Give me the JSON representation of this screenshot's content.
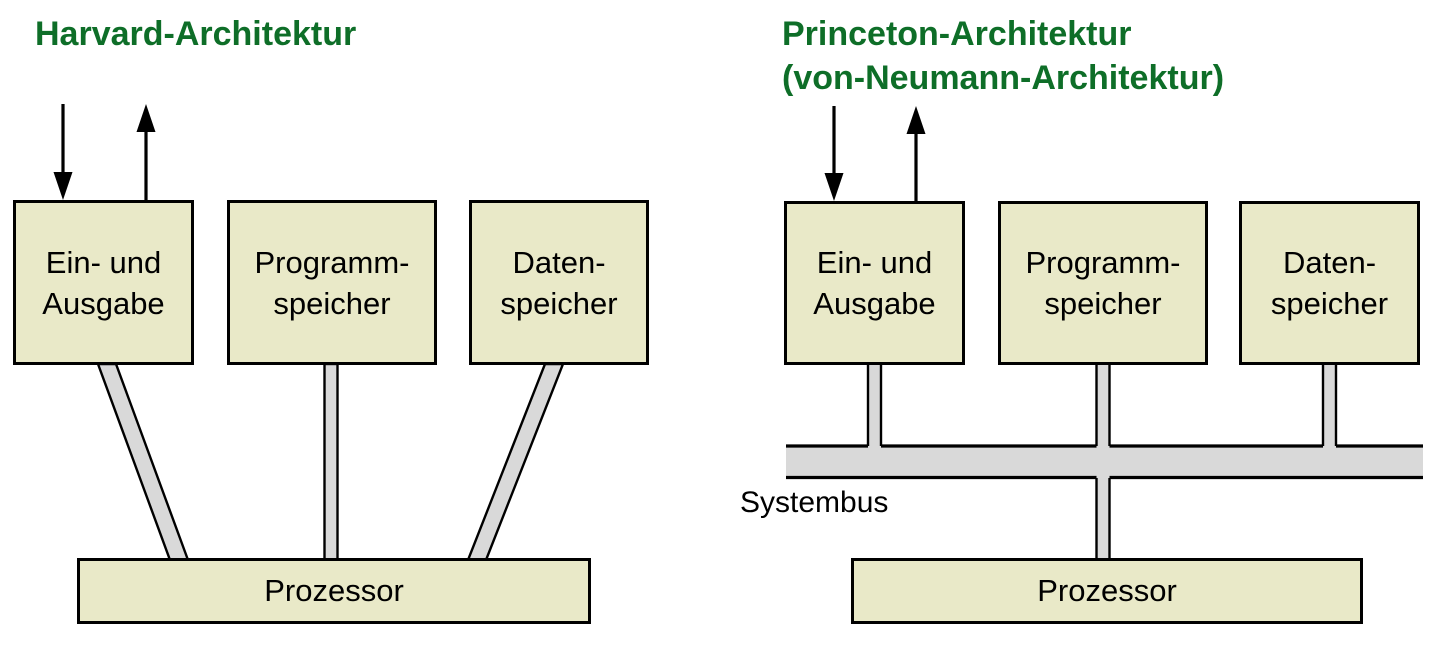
{
  "colors": {
    "title_green": "#0e6e28",
    "box_fill": "#e9e9c8",
    "box_border": "#000000",
    "connector_gray": "#d9d9d9",
    "arrow_black": "#000000",
    "background": "#ffffff"
  },
  "harvard": {
    "title": "Harvard-Architektur",
    "io_box": {
      "line1": "Ein- und",
      "line2": "Ausgabe"
    },
    "program_box": {
      "line1": "Programm-",
      "line2": "speicher"
    },
    "data_box": {
      "line1": "Daten-",
      "line2": "speicher"
    },
    "processor_box": {
      "label": "Prozessor"
    }
  },
  "princeton": {
    "title_line1": "Princeton-Architektur",
    "title_line2": "(von-Neumann-Architektur)",
    "io_box": {
      "line1": "Ein- und",
      "line2": "Ausgabe"
    },
    "program_box": {
      "line1": "Programm-",
      "line2": "speicher"
    },
    "data_box": {
      "line1": "Daten-",
      "line2": "speicher"
    },
    "bus_label": "Systembus",
    "processor_box": {
      "label": "Prozessor"
    }
  }
}
